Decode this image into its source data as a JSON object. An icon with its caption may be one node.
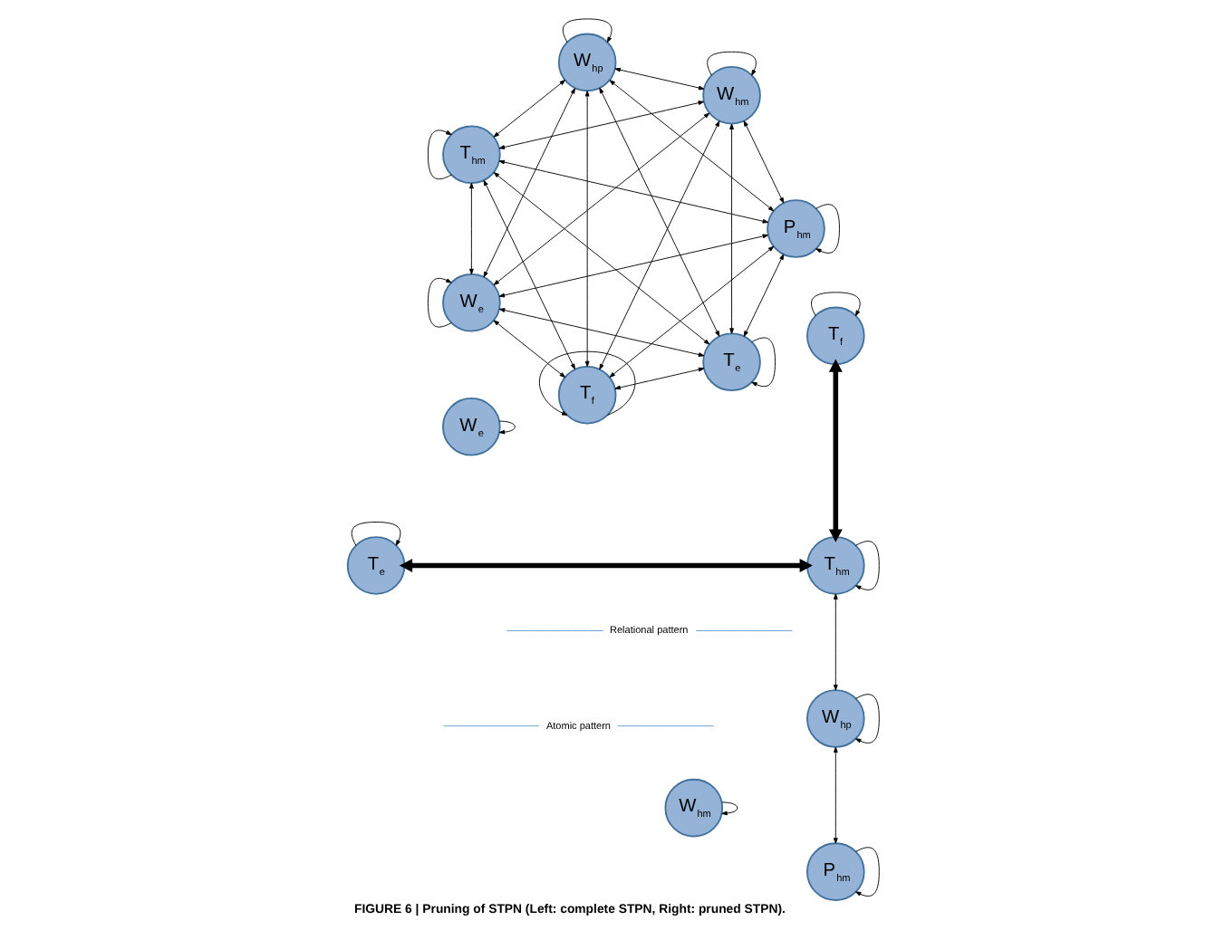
{
  "diagram": {
    "caption": "FIGURE 6 | Pruning of STPN (Left: complete STPN, Right: pruned STPN).",
    "nodes": [
      {
        "text": [
          "T$_{e}$"
        ]
      },
      {
        "text": [
          "P$_{hm}$"
        ]
      },
      {
        "text": [
          "W$_{e}$"
        ]
      },
      {
        "text": [
          "T$_{hm}$"
        ]
      },
      {
        "text": [
          "W$_{hp}$"
        ]
      },
      {
        "text": [
          "W$_{hm}$"
        ]
      },
      {
        "text": [
          "T$_{f}$"
        ]
      },
      {
        "text": [
          "Atomic pattern"
        ]
      },
      {
        "text": [
          "Relational pattern"
        ]
      },
      {
        "text": [
          "T$_{e}$"
        ]
      },
      {
        "text": [
          "P$_{hm}$"
        ]
      },
      {
        "text": [
          "W$_{e}$"
        ]
      },
      {
        "text": [
          "T$_{hm}$"
        ]
      },
      {
        "text": [
          "W$_{hp}$"
        ]
      },
      {
        "text": [
          "W$_{hm}$"
        ]
      },
      {
        "text": [
          "T$_{f}$"
        ]
      }
    ],
    "edges": [
      {
        "from": 0,
        "to": 0,
        "arrow": "to"
      },
      {
        "from": 1,
        "to": 1,
        "arrow": "to"
      },
      {
        "from": 2,
        "to": 2,
        "arrow": "to"
      },
      {
        "from": 3,
        "to": 3,
        "arrow": "to"
      },
      {
        "from": 4,
        "to": 4,
        "arrow": "to"
      },
      {
        "from": 5,
        "to": 5,
        "arrow": "to"
      },
      {
        "from": 6,
        "to": 6,
        "arrow": "to"
      },
      {
        "from": 0,
        "to": 1,
        "arrow": "both"
      },
      {
        "from": 0,
        "to": 2,
        "arrow": "both"
      },
      {
        "from": 0,
        "to": 3,
        "arrow": "both"
      },
      {
        "from": 0,
        "to": 4,
        "arrow": "both"
      },
      {
        "from": 0,
        "to": 5,
        "arrow": "both"
      },
      {
        "from": 0,
        "to": 6,
        "arrow": "both"
      },
      {
        "from": 1,
        "to": 2,
        "arrow": "both"
      },
      {
        "from": 1,
        "to": 3,
        "arrow": "both"
      },
      {
        "from": 1,
        "to": 4,
        "arrow": "both"
      },
      {
        "from": 1,
        "to": 5,
        "arrow": "both"
      },
      {
        "from": 1,
        "to": 6,
        "arrow": "both"
      },
      {
        "from": 2,
        "to": 3,
        "arrow": "both"
      },
      {
        "from": 2,
        "to": 4,
        "arrow": "both"
      },
      {
        "from": 2,
        "to": 5,
        "arrow": "both"
      },
      {
        "from": 2,
        "to": 6,
        "arrow": "both"
      },
      {
        "from": 3,
        "to": 4,
        "arrow": "both"
      },
      {
        "from": 3,
        "to": 5,
        "arrow": "both"
      },
      {
        "from": 3,
        "to": 6,
        "arrow": "both"
      },
      {
        "from": 4,
        "to": 5,
        "arrow": "both"
      },
      {
        "from": 4,
        "to": 6,
        "arrow": "both"
      },
      {
        "from": 5,
        "to": 6,
        "arrow": "both"
      },
      {
        "from": 7,
        "to": null,
        "arrow": "none",
        "color": "#5b9bd5"
      },
      {
        "from": 7,
        "to": null,
        "arrow": "none",
        "color": "#5b9bd5"
      },
      {
        "from": 8,
        "to": null,
        "arrow": "none",
        "color": "#5b9bd5"
      },
      {
        "from": 8,
        "to": null,
        "arrow": "none",
        "color": "#5b9bd5"
      },
      {
        "from": 9,
        "to": 9,
        "arrow": "to"
      },
      {
        "from": 10,
        "to": 10,
        "arrow": "to"
      },
      {
        "from": 11,
        "to": 11,
        "arrow": "to"
      },
      {
        "from": 12,
        "to": 12,
        "arrow": "to"
      },
      {
        "from": 13,
        "to": 13,
        "arrow": "to"
      },
      {
        "from": 14,
        "to": 14,
        "arrow": "to"
      },
      {
        "from": 15,
        "to": 15,
        "arrow": "to"
      },
      {
        "from": 9,
        "to": 12,
        "arrow": "both",
        "style": "thick"
      },
      {
        "from": 10,
        "to": 13,
        "arrow": "both"
      },
      {
        "from": 12,
        "to": 13,
        "arrow": "both"
      },
      {
        "from": 12,
        "to": 15,
        "arrow": "both",
        "style": "thick"
      }
    ]
  }
}
